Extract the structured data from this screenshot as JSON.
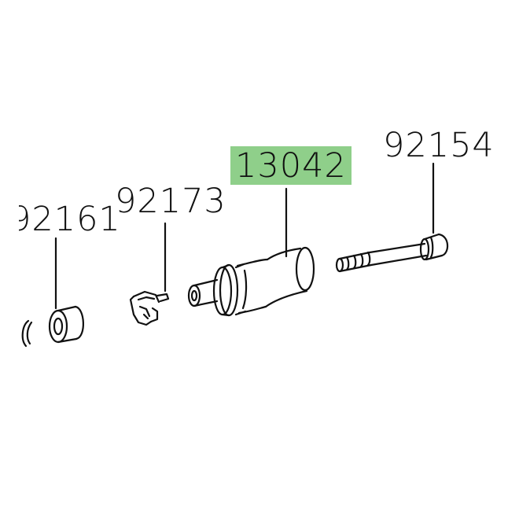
{
  "diagram": {
    "highlight_color": "#8fcf8a",
    "parts": [
      {
        "id": "92154",
        "label": "92154",
        "highlighted": false
      },
      {
        "id": "13042",
        "label": "13042",
        "highlighted": true
      },
      {
        "id": "92173",
        "label": "92173",
        "highlighted": false
      },
      {
        "id": "92161",
        "label": "92161",
        "highlighted": false
      }
    ]
  }
}
